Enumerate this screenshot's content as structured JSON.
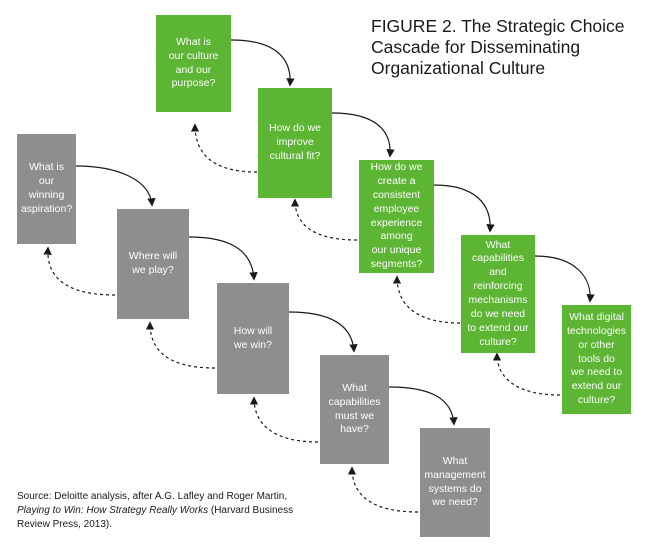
{
  "figure_title": "FIGURE 2. The Strategic Choice\nCascade for Disseminating\nOrganizational Culture",
  "source": {
    "prefix": "Source: Deloitte analysis, after A.G. Lafley and Roger Martin, ",
    "book": "Playing to Win: How Strategy Really Works",
    "suffix": " (Harvard Business Review Press, 2013)."
  },
  "colors": {
    "green": "#5cb533",
    "gray": "#8e8e8e",
    "arrow": "#1a1a1a"
  },
  "green_cascade": [
    "What is\nour culture\nand our\npurpose?",
    "How do we\nimprove\ncultural fit?",
    "How do we\ncreate a\nconsistent\nemployee\nexperience\namong\nour unique\nsegments?",
    "What\ncapabilities\nand\nreinforcing\nmechanisms\ndo we need\nto extend our\nculture?",
    "What digital\ntechnologies\nor other\ntools do\nwe need to\nextend our\nculture?"
  ],
  "gray_cascade": [
    "What is our\nwinning\naspiration?",
    "Where will\nwe play?",
    "How will\nwe win?",
    "What\ncapabilities\nmust we\nhave?",
    "What\nmanagement\nsystems do\nwe need?"
  ]
}
